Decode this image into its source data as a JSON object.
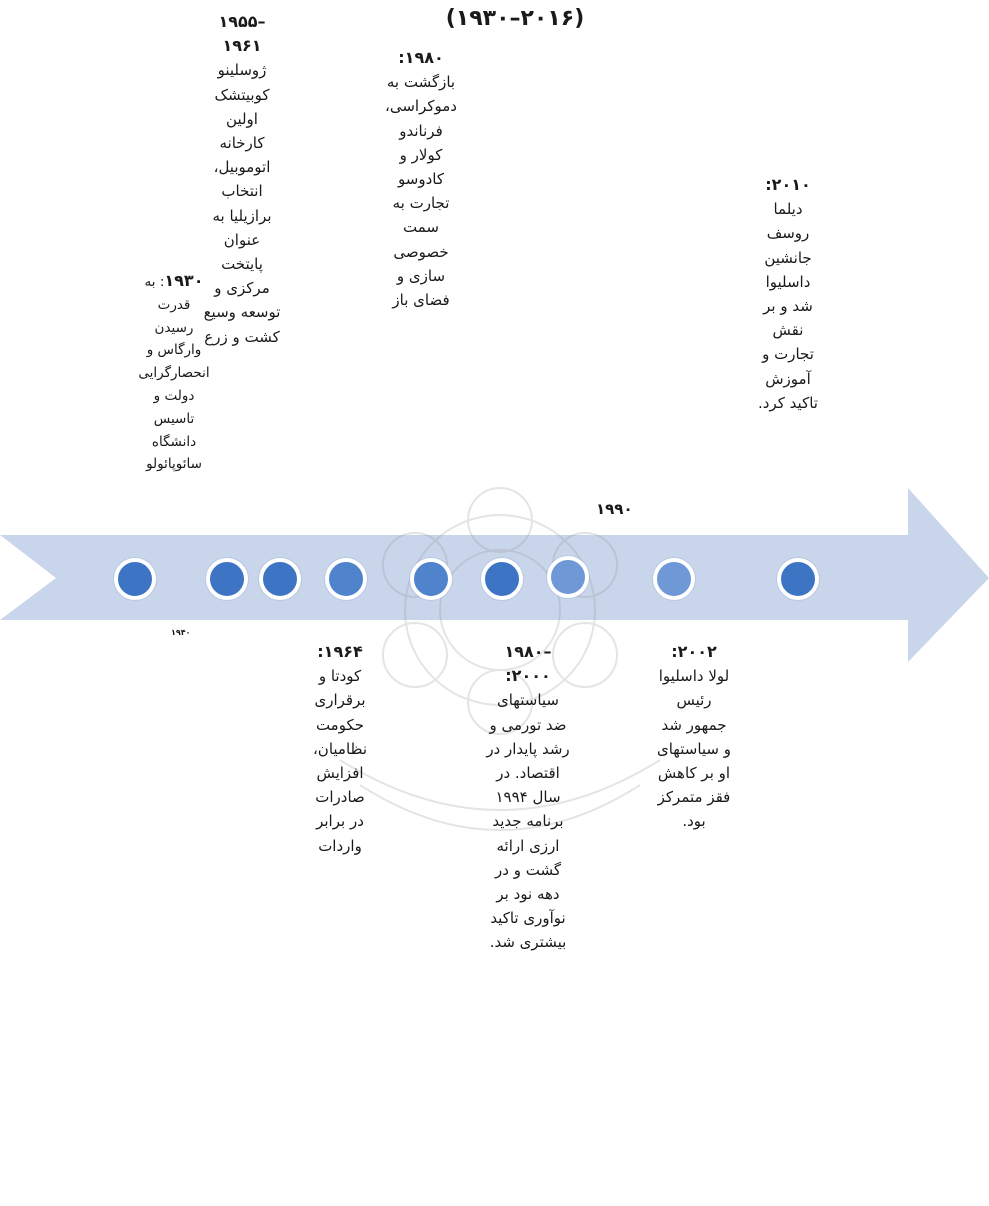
{
  "title": "(۲۰۱۶–۱۹۳۰)",
  "colors": {
    "arrow": "#c9d5ea",
    "node_dark": "#3e74c4",
    "node_mid": "#4f84cd",
    "node_light": "#6f99d6"
  },
  "events_above": [
    {
      "year": "۱۹۳۰",
      "text": ": به قدرت رسیدن وارگاس و انحصارگرایی دولت و تاسیس دانشگاه سائوپائولو"
    },
    {
      "year": "–۱۹۵۵ ۱۹۶۱",
      "text": "ژوسلینو کوبیتشک اولین کارخانه اتوموبیل، انتخاب برازیلیا به عنوان پایتخت مرکزی و توسعه وسیع کشت و زرع"
    },
    {
      "year": "۱۹۸۰:",
      "text": "بازگشت به دموکراسی، فرناندو کولار و کادوسو تجارت به سمت خصوصی سازی و فضای باز"
    },
    {
      "year": "۲۰۱۰:",
      "text": "دیلما روسف جانشین داسلیوا شد و بر نقش تجارت و آموزش تاکید کرد."
    }
  ],
  "events_below": [
    {
      "year": "۱۹۶۴:",
      "text": "کودتا و برقراری حکومت نظامیان، افزایش صادرات در برابر واردات"
    },
    {
      "year": "–۱۹۸۰ ۲۰۰۰:",
      "text": "سیاستهای ضد تورمی و رشد پایدار در اقتصاد. در سال ۱۹۹۴ برنامه جدید ارزی ارائه گشت و در دهه نود بر نوآوری تاکید بیشتری شد."
    },
    {
      "year": "۲۰۰۲:",
      "text": "لولا داسلیوا رئیس جمهور شد و سیاستهای او بر کاهش فقز متمرکز بود."
    }
  ],
  "labels": {
    "year_1990": "۱۹۹۰",
    "year_1940": "۱۹۴۰"
  }
}
